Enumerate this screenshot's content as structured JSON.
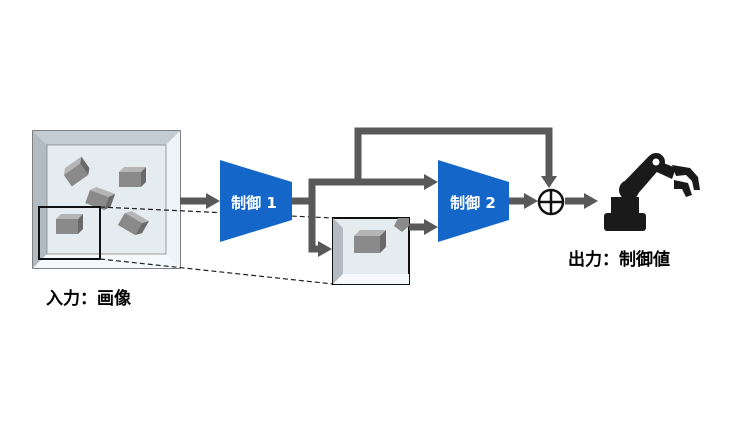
{
  "input": {
    "label": "入力：画像"
  },
  "output": {
    "label": "出力：制御値"
  },
  "controller1": {
    "label": "制御 1",
    "color": "#1466c8"
  },
  "controller2": {
    "label": "制御 2",
    "color": "#1466c8"
  },
  "sum_node": {
    "symbol": "+"
  },
  "colors": {
    "arrow": "#595959",
    "box_face": "#8a8a8a",
    "robot": "#1a1a1a"
  },
  "icons": {
    "robot": "robot-arm-icon",
    "sum": "circled-plus-icon"
  }
}
